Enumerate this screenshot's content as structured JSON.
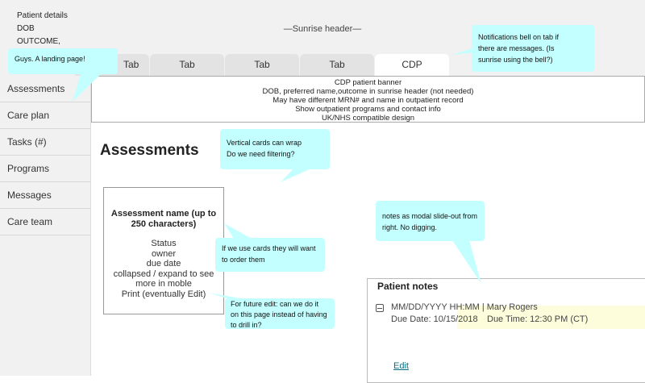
{
  "header": {
    "patient_details": [
      "Patient details",
      "DOB",
      "OUTCOME,"
    ],
    "title": "—Sunrise header—"
  },
  "tabs": [
    {
      "label": "Tab"
    },
    {
      "label": "Tab"
    },
    {
      "label": "Tab"
    },
    {
      "label": "Tab"
    },
    {
      "label": "CDP",
      "active": true
    }
  ],
  "sidebar": {
    "items": [
      {
        "label": "Assessments"
      },
      {
        "label": "Care plan"
      },
      {
        "label": "Tasks (#)"
      },
      {
        "label": "Programs"
      },
      {
        "label": "Messages"
      },
      {
        "label": "Care team"
      }
    ]
  },
  "banner": {
    "lines": [
      "CDP patient banner",
      "DOB, preferred name,outcome in sunrise header (not needed)",
      "May have different MRN# and name in outpatient record",
      "Show outpatient programs and contact info",
      "UK/NHS compatible design"
    ]
  },
  "main": {
    "title": "Assessments",
    "card": {
      "name": "Assessment  name (up to 250 characters)",
      "lines": [
        "Status",
        "owner",
        "due date",
        "collapsed / expand to see",
        "more in moble",
        "Print (eventually Edit)"
      ]
    }
  },
  "notes": {
    "title": "Patient notes",
    "entry_header": "MM/DD/YYYY HH:MM | Mary Rogers",
    "due_date": "Due Date: 10/15/2018",
    "due_time": "Due Time: 12:30 PM (CT)",
    "edit_label": "Edit"
  },
  "callouts": {
    "landing": "Guys. A landing page!",
    "notifications": [
      "Notifications bell on tab if",
      "there are messages. (Is",
      "sunrise using the bell?)"
    ],
    "cards_wrap": [
      "Vertical cards can wrap",
      "Do we need filtering?"
    ],
    "order": [
      "If we use cards they will want",
      "to order them"
    ],
    "future_edit": [
      "For future edit: can we do it",
      "on this page instead of having",
      "to drill in?"
    ],
    "notes_modal": [
      "notes as modal slide-out from",
      "right. No digging."
    ]
  },
  "colors": {
    "callout": "#c4ffff",
    "highlight": "#fdfddc",
    "link": "#0b6e80"
  }
}
